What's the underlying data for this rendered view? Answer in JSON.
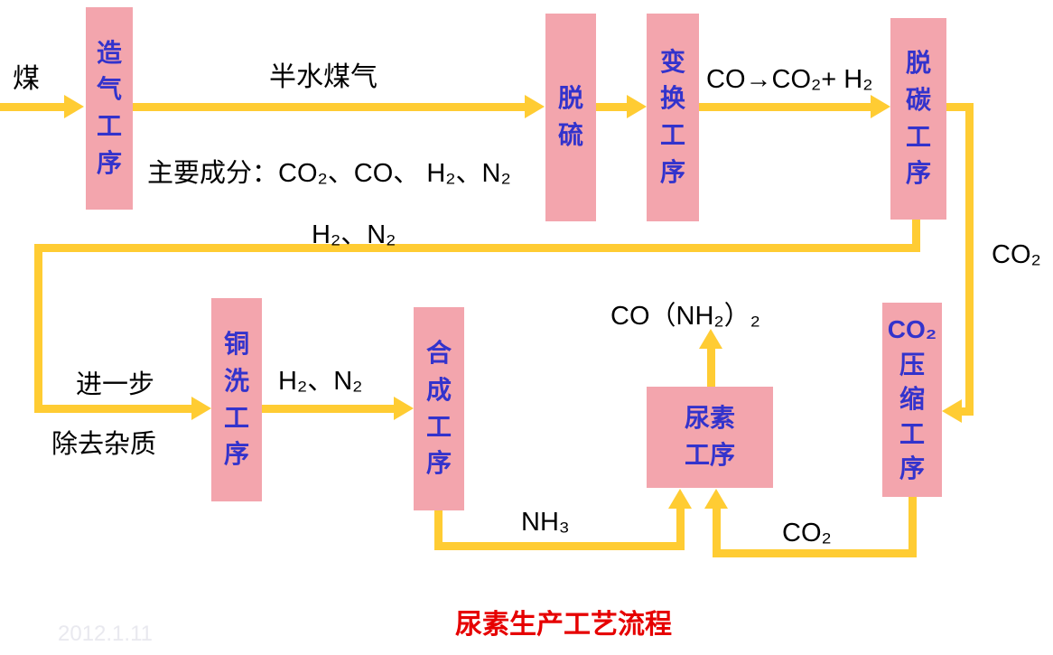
{
  "title": "尿素生产工艺流程",
  "watermark": "2012.1.11",
  "colors": {
    "box_fill": "#F3A5AD",
    "box_text": "#3333CC",
    "arrow": "#FFCC33",
    "title_red": "#E60000",
    "label": "#000000",
    "watermark": "#E9E9EF"
  },
  "boxes": {
    "gasification": "造\n气\n工\n序",
    "desulfurization": "脱\n硫",
    "shift": "变\n换\n工\n序",
    "decarbonization": "脱\n碳\n工\n序",
    "copper_wash": "铜\n洗\n工\n序",
    "synthesis": "合\n成\n工\n序",
    "co2_compression": "CO₂\n压\n缩\n工\n序",
    "urea": "尿素\n工序"
  },
  "labels": {
    "coal": "煤",
    "semi_water_gas": "半水煤气",
    "main_components": "主要成分：CO₂、CO、 H₂、N₂",
    "co_shift_equation": "CO→CO₂+ H₂",
    "h2_n2_recycle": "H₂、N₂",
    "co2_to_compression": "CO₂",
    "purify_line1": "进一步",
    "purify_line2": "除去杂质",
    "h2_n2_feed": "H₂、N₂",
    "nh3_feed": "NH₃",
    "co2_feed": "CO₂",
    "urea_formula": "CO（NH₂）₂"
  }
}
